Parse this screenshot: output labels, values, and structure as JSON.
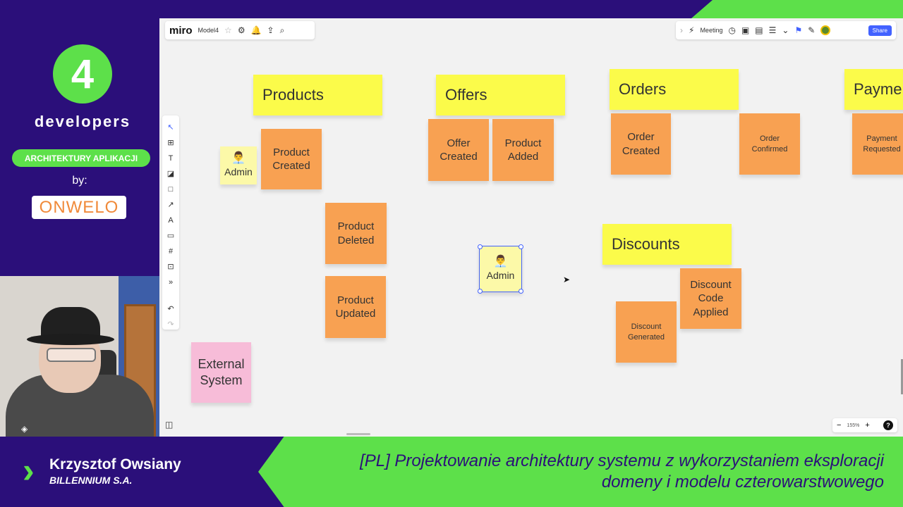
{
  "event": {
    "logo_number": "4",
    "logo_text": "developers",
    "track": "ARCHITEKTURY APLIKACJI",
    "by_label": "by:",
    "sponsor": "ONWELO"
  },
  "miro": {
    "logo": "miro",
    "board_name": "Model4",
    "meeting_label": "Meeting",
    "share_label": "Share",
    "zoom_level": "155%",
    "zoom_minus": "−",
    "zoom_plus": "+",
    "help_label": "?"
  },
  "icons": {
    "star": "☆",
    "settings": "⚙",
    "bell": "🔔",
    "export": "⇪",
    "search": "⌕",
    "chevron_right": "›",
    "lightning": "⚡",
    "timer": "◷",
    "frame": "▣",
    "comment": "▤",
    "notes": "☰",
    "more": "⌄",
    "reactions": "⚑",
    "pen": "✎",
    "select": "↖",
    "table": "⊞",
    "text": "T",
    "sticky_note": "◪",
    "shape": "□",
    "line": "↗",
    "pen_tool": "A",
    "comment_tool": "▭",
    "frame_tool": "#",
    "upload": "⊡",
    "more_tools": "»",
    "undo": "↶",
    "redo": "↷",
    "sidebar": "◫",
    "cursor": "➤",
    "actor": "👨‍💼",
    "camera": "◈"
  },
  "stickies": {
    "products_title": "Products",
    "offers_title": "Offers",
    "orders_title": "Orders",
    "payments_title": "Payme",
    "discounts_title": "Discounts",
    "admin_1": "Admin",
    "admin_2": "Admin",
    "product_created": "Product Created",
    "product_deleted": "Product Deleted",
    "product_updated": "Product Updated",
    "offer_created": "Offer Created",
    "product_added": "Product Added",
    "order_created": "Order Created",
    "order_confirmed": "Order Confirmed",
    "payment_requested": "Payment Requested",
    "discount_code_applied": "Discount Code Applied",
    "discount_generated": "Discount Generated",
    "external_system": "External System"
  },
  "speaker": {
    "name": "Krzysztof Owsiany",
    "company": "BILLENNIUM S.A."
  },
  "talk": {
    "title_line1": "[PL] Projektowanie architektury systemu z wykorzystaniem eksploracji",
    "title_line2": "domeny i modelu czterowarstwowego"
  },
  "colors": {
    "brand_purple": "#2b0f7a",
    "brand_green": "#5de04a",
    "sticky_yellow": "#fbfb4a",
    "sticky_orange": "#f8a152",
    "sticky_pale_yellow": "#fcf9a8",
    "sticky_pink": "#f7bcd8",
    "miro_blue": "#4262ff"
  }
}
